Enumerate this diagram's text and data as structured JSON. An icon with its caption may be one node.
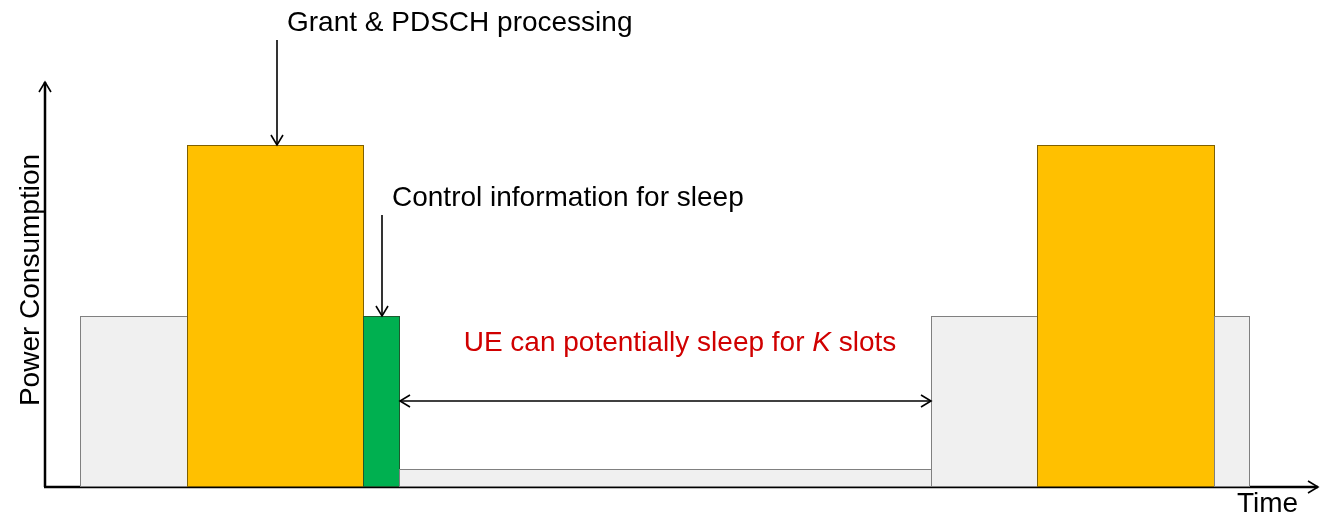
{
  "diagram": {
    "nodes": [
      {
        "text": [
          "Grant & PDSCH processing"
        ]
      },
      {
        "text": [],
        "shape": "bar"
      },
      {
        "text": [],
        "shape": "bar"
      },
      {
        "text": [
          "Control information for sleep"
        ]
      },
      {
        "text": [],
        "shape": "bar"
      },
      {
        "text": [],
        "shape": "bar"
      },
      {
        "text": [],
        "shape": "bar"
      },
      {
        "text": [],
        "shape": "bar"
      },
      {
        "text": [],
        "shape": "bar"
      }
    ],
    "edges": [
      {
        "from": 0,
        "to": 2,
        "arrow": "to"
      },
      {
        "from": 3,
        "to": 4,
        "arrow": "to"
      },
      {
        "from": 4,
        "to": 6,
        "arrow": "both"
      }
    ],
    "labels": [
      "UE can potentially sleep for *K* slots",
      "Power Consumption",
      "Time"
    ]
  }
}
